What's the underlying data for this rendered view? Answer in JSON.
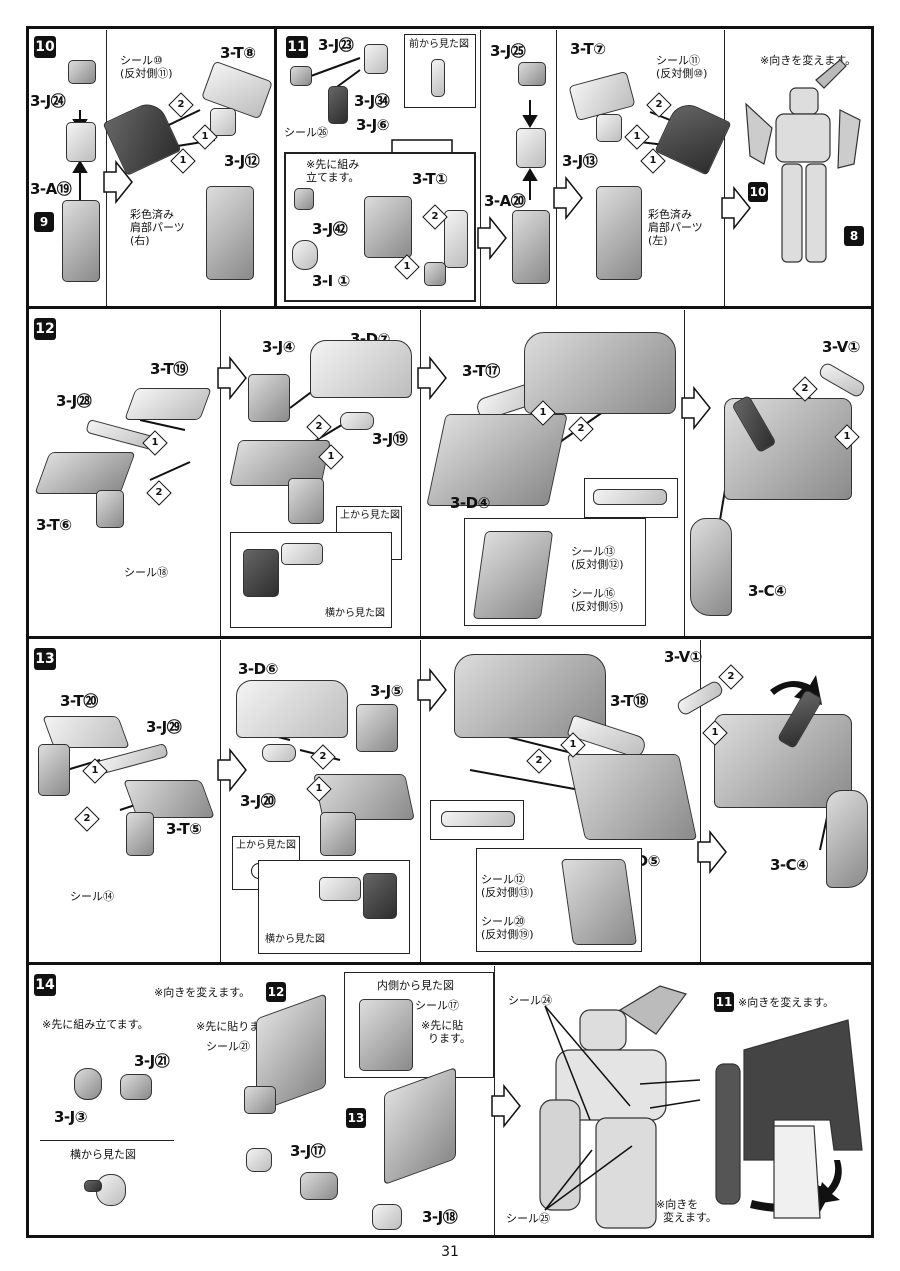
{
  "page_number": "31",
  "s10": {
    "step": "10",
    "p_j24": "3-J㉔",
    "p_a19": "3-A⑲",
    "ref9": "9",
    "seal": "シール⑩\n(反対側⑪)",
    "p_t8": "3-T⑧",
    "p_j12": "3-J⑫",
    "colored": "彩色済み\n肩部パーツ\n(右)",
    "n1": "1",
    "n2": "2"
  },
  "s11": {
    "step": "11",
    "p_j23": "3-J㉓",
    "front_view": "前から見た図",
    "p_j34": "3-J㉞",
    "seal26": "シール㉖",
    "p_j6": "3-J⑥",
    "pre_assemble": "※先に組み\n立てます。",
    "p_t1": "3-T①",
    "p_j42": "3-J㊷",
    "p_i1": "3-I ①",
    "p_j25": "3-J㉕",
    "p_a20": "3-A⑳",
    "p_t7": "3-T⑦",
    "seal11": "シール⑪\n(反対側⑩)",
    "p_j13": "3-J⑬",
    "colored_left": "彩色済み\n肩部パーツ\n(左)",
    "change_dir": "※向きを変えます。",
    "ref10": "10",
    "ref8": "8"
  },
  "s12": {
    "step": "12",
    "p_t19": "3-T⑲",
    "p_j28": "3-J㉘",
    "p_t6": "3-T⑥",
    "seal18": "シール⑱",
    "p_j4": "3-J④",
    "p_d7": "3-D⑦",
    "p_j19": "3-J⑲",
    "top_view": "上から見た図",
    "side_view": "横から見た図",
    "p_t17": "3-T⑰",
    "p_d4": "3-D④",
    "seal13": "シール⑬\n(反対側⑫)",
    "seal16": "シール⑯\n(反対側⑮)",
    "p_v1": "3-V①",
    "p_c4": "3-C④"
  },
  "s13": {
    "step": "13",
    "p_t20": "3-T⑳",
    "p_j29": "3-J㉙",
    "p_t5": "3-T⑤",
    "seal14": "シール⑭",
    "p_d6": "3-D⑥",
    "p_j5": "3-J⑤",
    "p_j20": "3-J⑳",
    "top_view": "上から見た図",
    "side_view": "横から見た図",
    "p_t18": "3-T⑱",
    "p_d5": "3-D⑤",
    "seal12": "シール⑫\n(反対側⑬)",
    "seal20": "シール⑳\n(反対側⑲)",
    "p_v1": "3-V①",
    "p_c4": "3-C④"
  },
  "s14": {
    "step": "14",
    "pre_assemble": "※先に組み立てます。",
    "p_j21": "3-J㉑",
    "p_j3": "3-J③",
    "side_view": "横から見た図",
    "change_dir": "※向きを変えます。",
    "ref12": "12",
    "pre_stick": "※先に貼ります。",
    "seal21": "シール㉑",
    "p_j17": "3-J⑰",
    "inner_view": "内側から見た図",
    "seal17": "シール⑰",
    "pre_stick2": "※先に貼\n  ります。",
    "ref13": "13",
    "p_j18": "3-J⑱",
    "seal24": "シール㉔",
    "ref11": "11",
    "change_dir2": "※向きを変えます。",
    "seal25": "シール㉕",
    "change_dir3": "※向きを\n  変えます。"
  }
}
